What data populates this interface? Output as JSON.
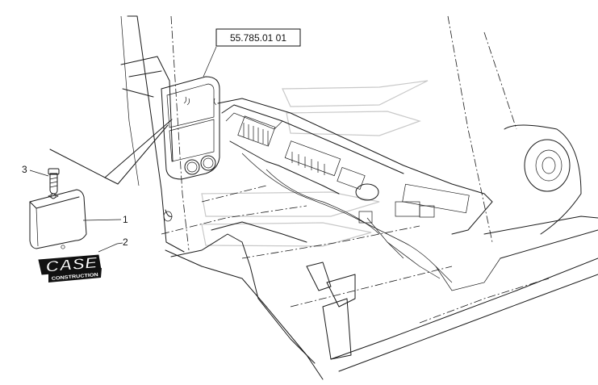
{
  "reference": {
    "label": "55.785.01 01"
  },
  "callouts": [
    {
      "number": "1",
      "part": "cover"
    },
    {
      "number": "2",
      "part": "decal"
    },
    {
      "number": "3",
      "part": "bolt"
    }
  ],
  "logo": {
    "brand": "CASE",
    "subtitle": "CONSTRUCTION"
  },
  "colors": {
    "line": "#1a1a1a",
    "watermark": "#c8c8c8",
    "background": "#ffffff"
  }
}
